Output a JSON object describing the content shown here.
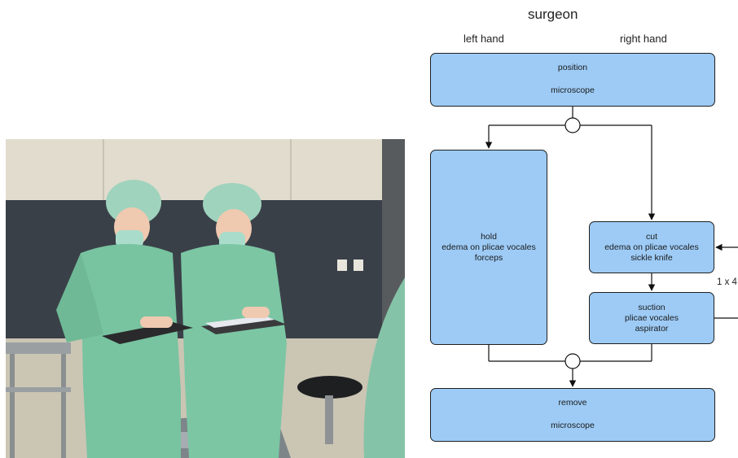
{
  "diagram": {
    "title": "surgeon",
    "lanes": {
      "left": "left hand",
      "right": "right hand"
    },
    "steps": {
      "position": {
        "action": "position",
        "object": "microscope"
      },
      "hold": {
        "action": "hold",
        "target": "edema on plicae vocales",
        "instrument": "forceps"
      },
      "cut": {
        "action": "cut",
        "target": "edema on plicae vocales",
        "instrument": "sickle knife"
      },
      "suction": {
        "action": "suction",
        "target": "plicae vocales",
        "instrument": "aspirator"
      },
      "remove": {
        "action": "remove",
        "object": "microscope"
      }
    },
    "loop_label": "1 x 4",
    "box_color": "#9dcbf6"
  }
}
